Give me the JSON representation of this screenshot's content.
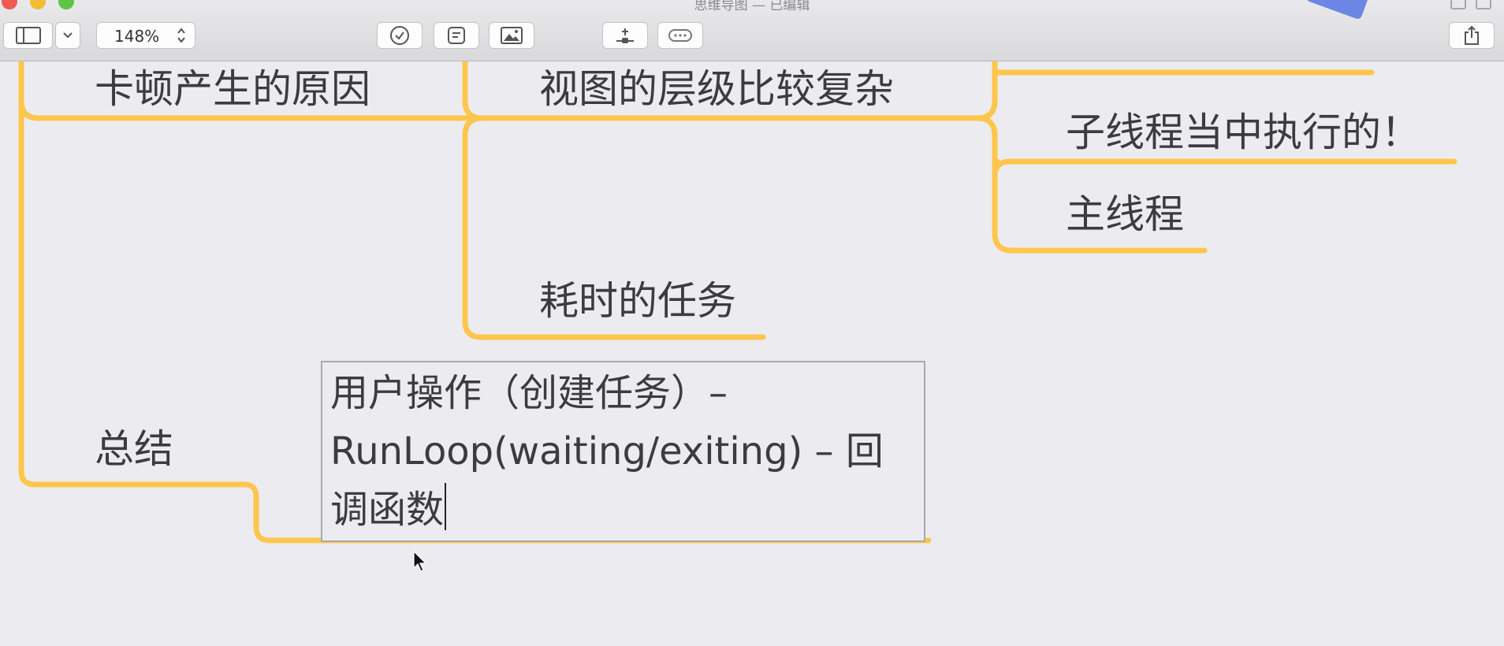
{
  "window": {
    "title": "思维导图 — 已编辑"
  },
  "toolbar": {
    "zoom": "148%",
    "icons": [
      "sidebar-icon",
      "chevron-down-icon",
      "check-circle-icon",
      "note-icon",
      "image-icon",
      "insert-topic-icon",
      "more-icon",
      "share-icon"
    ]
  },
  "colors": {
    "branch": "#ffc64d",
    "canvas": "#ececf0",
    "text": "#3c3c3f"
  },
  "mindmap": {
    "topics": {
      "cause": "卡顿产生的原因",
      "complex_views": "视图的层级比较复杂",
      "subthread": "子线程当中执行的！",
      "mainthread": "主线程",
      "time_consuming": "耗时的任务",
      "summary": "总结"
    },
    "editing": {
      "lines": [
        "用户操作（创建任务）–",
        "RunLoop(waiting/exiting) – 回",
        "调函数"
      ]
    }
  }
}
